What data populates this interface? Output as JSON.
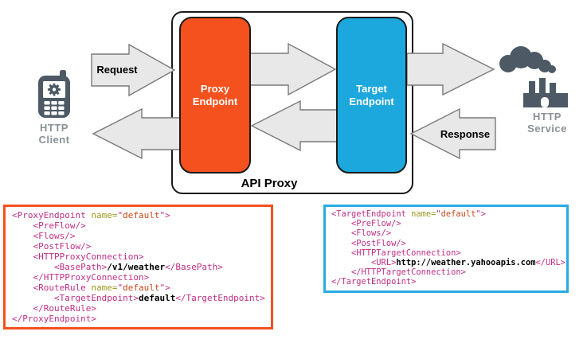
{
  "diagram": {
    "api_proxy_label": "API Proxy",
    "request_label": "Request",
    "response_label": "Response",
    "client": {
      "label_line1": "HTTP",
      "label_line2": "Client"
    },
    "service": {
      "label_line1": "HTTP",
      "label_line2": "Service"
    },
    "proxy_endpoint": {
      "line1": "Proxy",
      "line2": "Endpoint"
    },
    "target_endpoint": {
      "line1": "Target",
      "line2": "Endpoint"
    }
  },
  "colors": {
    "proxy_endpoint": "#F4511E",
    "target_endpoint": "#1CA8DC",
    "proxy_code_border": "#F4511E",
    "target_code_border": "#29ABE2",
    "arrow_fill": "#E8E8E8",
    "arrow_stroke": "#7A7A7A",
    "icon_gray": "#4D5A65",
    "caption_gray": "#8A9196",
    "code_tag": "#C02E84",
    "code_attr": "#9A9A20",
    "code_value": "#C84A1B",
    "code_text": "#000000"
  },
  "code_blocks": {
    "proxy": {
      "lines": [
        [
          {
            "c": "g",
            "t": "<ProxyEndpoint"
          },
          {
            "c": "a",
            "t": " name="
          },
          {
            "c": "g",
            "t": "\""
          },
          {
            "c": "v",
            "t": "default"
          },
          {
            "c": "g",
            "t": "\">"
          }
        ],
        [
          {
            "c": "g",
            "t": "    <PreFlow/>"
          }
        ],
        [
          {
            "c": "g",
            "t": "    <Flows/>"
          }
        ],
        [
          {
            "c": "g",
            "t": "    <PostFlow/>"
          }
        ],
        [
          {
            "c": "g",
            "t": "    <HTTPProxyConnection>"
          }
        ],
        [
          {
            "c": "g",
            "t": "        <BasePath>"
          },
          {
            "c": "t",
            "t": "/v1/weather"
          },
          {
            "c": "g",
            "t": "</BasePath>"
          }
        ],
        [
          {
            "c": "g",
            "t": "    </HTTPProxyConnection>"
          }
        ],
        [
          {
            "c": "g",
            "t": "    <RouteRule"
          },
          {
            "c": "a",
            "t": " name="
          },
          {
            "c": "g",
            "t": "\""
          },
          {
            "c": "v",
            "t": "default"
          },
          {
            "c": "g",
            "t": "\">"
          }
        ],
        [
          {
            "c": "g",
            "t": "        <TargetEndpoint>"
          },
          {
            "c": "t",
            "t": "default"
          },
          {
            "c": "g",
            "t": "</TargetEndpoint>"
          }
        ],
        [
          {
            "c": "g",
            "t": "    </RouteRule>"
          }
        ],
        [
          {
            "c": "g",
            "t": "</ProxyEndpoint>"
          }
        ]
      ]
    },
    "target": {
      "lines": [
        [
          {
            "c": "g",
            "t": "<TargetEndpoint"
          },
          {
            "c": "a",
            "t": " name="
          },
          {
            "c": "g",
            "t": "\""
          },
          {
            "c": "v",
            "t": "default"
          },
          {
            "c": "g",
            "t": "\">"
          }
        ],
        [
          {
            "c": "g",
            "t": "    <PreFlow/>"
          }
        ],
        [
          {
            "c": "g",
            "t": "    <Flows/>"
          }
        ],
        [
          {
            "c": "g",
            "t": "    <PostFlow/>"
          }
        ],
        [
          {
            "c": "g",
            "t": "    <HTTPTargetConnection>"
          }
        ],
        [
          {
            "c": "g",
            "t": "        <URL>"
          },
          {
            "c": "t",
            "t": "http://weather.yahooapis.com"
          },
          {
            "c": "g",
            "t": "</URL>"
          }
        ],
        [
          {
            "c": "g",
            "t": "    </HTTPTargetConnection>"
          }
        ],
        [
          {
            "c": "g",
            "t": "</TargetEndpoint>"
          }
        ]
      ]
    }
  }
}
